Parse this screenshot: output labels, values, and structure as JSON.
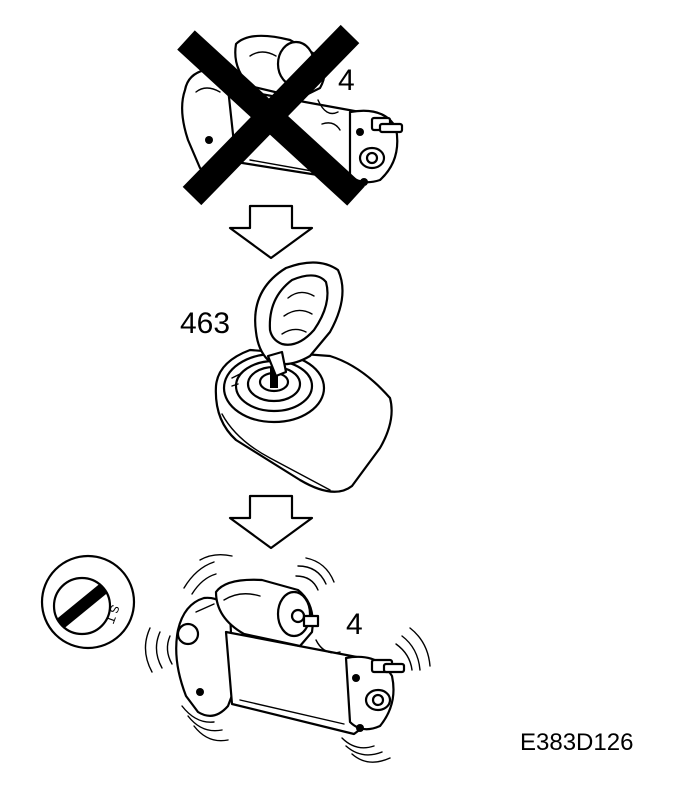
{
  "labels": {
    "part_top": "4",
    "tool_number": "463",
    "part_bottom": "4",
    "figure_code": "E383D126",
    "lock_position": "S T"
  },
  "icons": [
    "cross-out-icon",
    "down-arrow-icon",
    "down-arrow-icon",
    "ignition-position-icon",
    "vibration-lines-icon"
  ]
}
